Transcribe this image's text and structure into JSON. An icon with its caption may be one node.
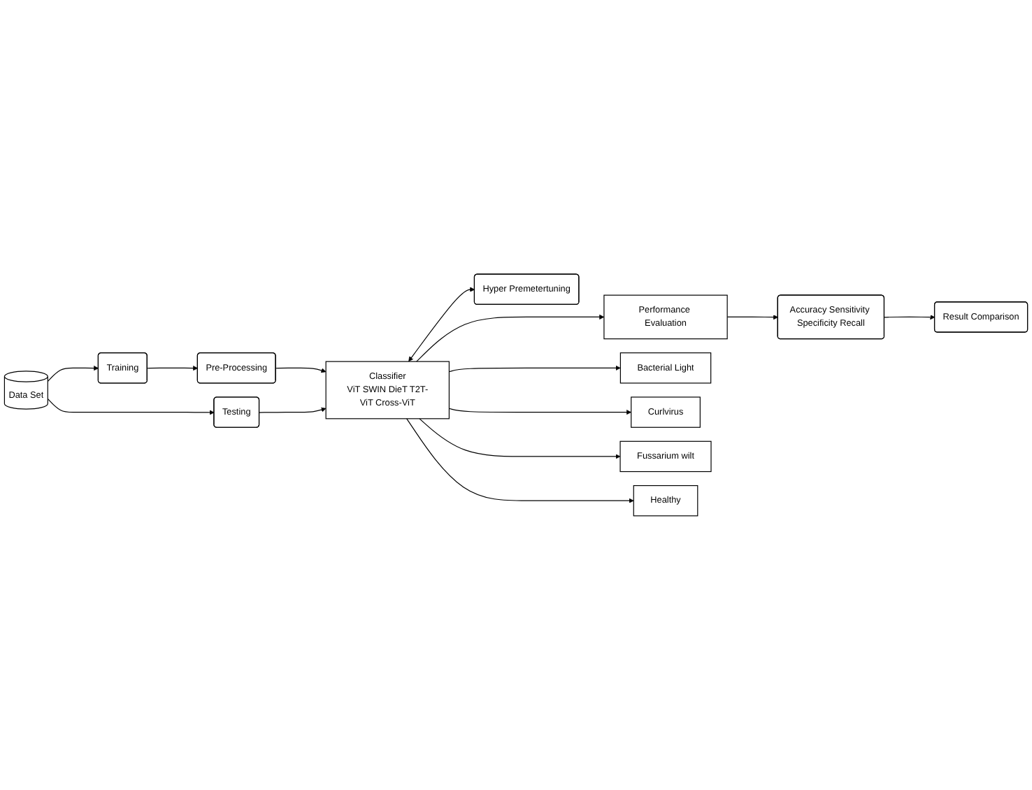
{
  "diagram": {
    "nodes": [
      {
        "text": [
          "Data Set"
        ]
      },
      {
        "text": [
          "Training"
        ]
      },
      {
        "text": [
          "Pre-Processing"
        ]
      },
      {
        "text": [
          "Testing"
        ]
      },
      {
        "text": [
          "Classifier",
          "ViT SWIN DieT T2T-ViT Cross-ViT"
        ]
      },
      {
        "text": [
          "Hyper Premetertuning"
        ]
      },
      {
        "text": [
          "Performance Evaluation"
        ]
      },
      {
        "text": [
          "Accuracy Sensitivity Specificity Recall"
        ]
      },
      {
        "text": [
          "Result Comparison"
        ]
      },
      {
        "text": [
          "Bacterial Light"
        ]
      },
      {
        "text": [
          "Curlvirus"
        ]
      },
      {
        "text": [
          "Fussarium wilt"
        ]
      },
      {
        "text": [
          "Healthy"
        ]
      }
    ],
    "edges": [
      {
        "from": 0,
        "to": 1,
        "arrow": "to"
      },
      {
        "from": 0,
        "to": 3,
        "arrow": "to"
      },
      {
        "from": 1,
        "to": 2,
        "arrow": "to"
      },
      {
        "from": 2,
        "to": 4,
        "arrow": "to"
      },
      {
        "from": 3,
        "to": 4,
        "arrow": "to"
      },
      {
        "from": 4,
        "to": 5,
        "arrow": "both"
      },
      {
        "from": 4,
        "to": 6,
        "arrow": "to"
      },
      {
        "from": 6,
        "to": 7,
        "arrow": "to"
      },
      {
        "from": 7,
        "to": 8,
        "arrow": "to"
      },
      {
        "from": 4,
        "to": 9,
        "arrow": "to"
      },
      {
        "from": 4,
        "to": 10,
        "arrow": "to"
      },
      {
        "from": 4,
        "to": 11,
        "arrow": "to"
      },
      {
        "from": 4,
        "to": 12,
        "arrow": "to"
      }
    ]
  }
}
